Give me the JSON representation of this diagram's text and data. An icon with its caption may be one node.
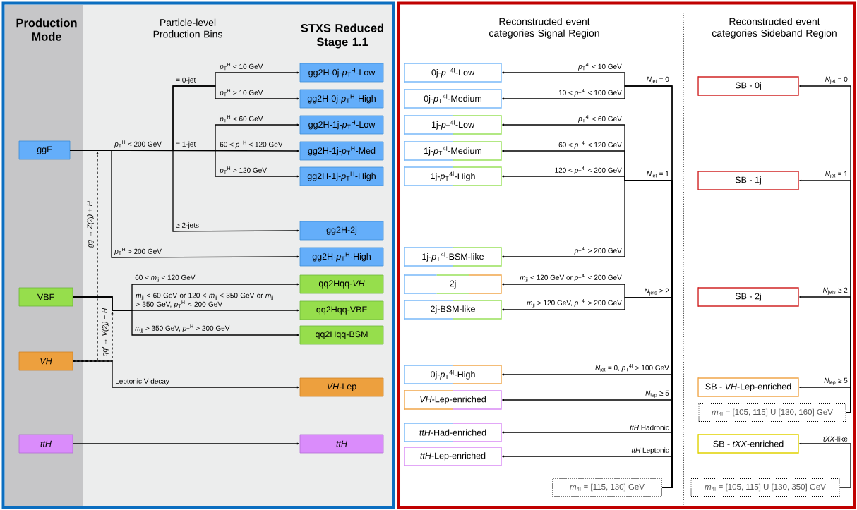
{
  "diagram": {
    "nodes": [
      {
        "text": [
          "Production Mode",
          "Particle-level Production Bins",
          "STXS Reduced Stage 1.1"
        ]
      },
      {
        "text": [
          "ggF"
        ],
        "in": 0
      },
      {
        "text": [
          "VBF"
        ],
        "in": 0
      },
      {
        "text": [
          "VH"
        ],
        "in": 0
      },
      {
        "text": [
          "ttH"
        ],
        "in": 0
      },
      {
        "text": [
          "gg2H-0j-*p*$_{T}$$^{H}$-Low"
        ],
        "in": 0
      },
      {
        "text": [
          "gg2H-0j-*p*$_{T}$$^{H}$-High"
        ],
        "in": 0
      },
      {
        "text": [
          "gg2H-1j-*p*$_{T}$$^{H}$-Low"
        ],
        "in": 0
      },
      {
        "text": [
          "gg2H-1j-*p*$_{T}$$^{H}$-Med"
        ],
        "in": 0
      },
      {
        "text": [
          "gg2H-1j-*p*$_{T}$$^{H}$-High"
        ],
        "in": 0
      },
      {
        "text": [
          "gg2H-2j"
        ],
        "in": 0
      },
      {
        "text": [
          "gg2H-*p*$_{T}$$^{H}$-High"
        ],
        "in": 0
      },
      {
        "text": [
          "qq2Hqq-*VH*"
        ],
        "in": 0
      },
      {
        "text": [
          "qq2Hqq-VBF"
        ],
        "in": 0
      },
      {
        "text": [
          "qq2Hqq-BSM"
        ],
        "in": 0
      },
      {
        "text": [
          "*VH*-Lep"
        ],
        "in": 0
      },
      {
        "text": [
          "ttH"
        ],
        "in": 0
      },
      {
        "text": [
          "Reconstructed event categories Signal Region",
          "Reconstructed event categories Sideband Region"
        ]
      },
      {
        "text": [
          "0j-*p*$_{T}$$^{4l}$-Low"
        ],
        "in": 17
      },
      {
        "text": [
          "0j-*p*$_{T}$$^{4l}$-Medium"
        ],
        "in": 17
      },
      {
        "text": [
          "1j-*p*$_{T}$$^{4l}$-Low"
        ],
        "in": 17
      },
      {
        "text": [
          "1j-*p*$_{T}$$^{4l}$-Medium"
        ],
        "in": 17
      },
      {
        "text": [
          "1j-*p*$_{T}$$^{4l}$-High"
        ],
        "in": 17
      },
      {
        "text": [
          "1j-*p*$_{T}$$^{4l}$-BSM-like"
        ],
        "in": 17
      },
      {
        "text": [
          "2j"
        ],
        "in": 17
      },
      {
        "text": [
          "2j-BSM-like"
        ],
        "in": 17
      },
      {
        "text": [
          "0j-*p*$_{T}$$^{4l}$-High"
        ],
        "in": 17
      },
      {
        "text": [
          "*VH*-Lep-enriched"
        ],
        "in": 17
      },
      {
        "text": [
          "*ttH*-Had-enriched"
        ],
        "in": 17
      },
      {
        "text": [
          "*ttH*-Lep-enriched"
        ],
        "in": 17
      },
      {
        "text": [
          "*m*$_{4l}$ = [115, 130] GeV"
        ],
        "in": 17
      },
      {
        "text": [
          "SB - 0j"
        ],
        "in": 17
      },
      {
        "text": [
          "SB - 1j"
        ],
        "in": 17
      },
      {
        "text": [
          "SB - 2j"
        ],
        "in": 17
      },
      {
        "text": [
          "SB - *VH*-Lep-enriched"
        ],
        "in": 17
      },
      {
        "text": [
          "*m*$_{4l}$ = [105, 115] U [130, 160] GeV"
        ],
        "in": 17
      },
      {
        "text": [
          "SB - *tXX*-enriched"
        ],
        "in": 17
      },
      {
        "text": [
          "*m*$_{4l}$ = [105, 115] U [130, 350] GeV"
        ],
        "in": 17
      }
    ],
    "edges": [
      {
        "from": 1,
        "to": 5,
        "arrow": "to",
        "label": "*p*$_{T}$$^{H}$ < 10 GeV"
      },
      {
        "from": 1,
        "to": 6,
        "arrow": "to",
        "label": "*p*$_{T}$$^{H}$ > 10 GeV"
      },
      {
        "from": 1,
        "to": 7,
        "arrow": "to",
        "label": "*p*$_{T}$$^{H}$ < 60 GeV"
      },
      {
        "from": 1,
        "to": 8,
        "arrow": "to",
        "label": "60 < *p*$_{T}$$^{H}$ < 120 GeV"
      },
      {
        "from": 1,
        "to": 9,
        "arrow": "to",
        "label": "*p*$_{T}$$^{H}$ > 120 GeV"
      },
      {
        "from": 1,
        "to": 10,
        "arrow": "to",
        "label": "≥ 2-jets"
      },
      {
        "from": 1,
        "to": 11,
        "arrow": "to",
        "label": "*p*$_{T}$$^{H}$ > 200 GeV"
      },
      {
        "from": 2,
        "to": 12,
        "arrow": "to",
        "label": "60 < *m*$_{jj}$ < 120 GeV"
      },
      {
        "from": 2,
        "to": 13,
        "arrow": "to",
        "label": "*m*$_{jj}$ < 60 GeV or 120 < *m*$_{jj}$ < 350 GeV or *m*$_{jj}$ > 350 GeV, *p*$_{T}$$^{H}$ < 200 GeV"
      },
      {
        "from": 2,
        "to": 14,
        "arrow": "to",
        "label": "*m*$_{jj}$ > 350 GeV, *p*$_{T}$$^{H}$ > 200 GeV"
      },
      {
        "from": 3,
        "to": null,
        "arrow": "to",
        "style": "dashed",
        "label": "gg → Z(2j) + H"
      },
      {
        "from": 3,
        "to": null,
        "arrow": "to",
        "style": "dashed",
        "label": "qq' → V(2j) + H"
      },
      {
        "from": 3,
        "to": 15,
        "arrow": "to",
        "label": "Leptonic V decay"
      },
      {
        "from": 4,
        "to": 16,
        "arrow": "to"
      },
      {
        "from": 30,
        "to": 18,
        "arrow": "to",
        "label": "*p*$_{T}$$^{4l}$ < 10 GeV"
      },
      {
        "from": 30,
        "to": 19,
        "arrow": "to",
        "label": "10 < *p*$_{T}$$^{4l}$ < 100 GeV"
      },
      {
        "from": 30,
        "to": 20,
        "arrow": "to",
        "label": "*p*$_{T}$$^{4l}$ < 60 GeV"
      },
      {
        "from": 30,
        "to": 21,
        "arrow": "to",
        "label": "60 < *p*$_{T}$$^{4l}$ < 120 GeV"
      },
      {
        "from": 30,
        "to": 22,
        "arrow": "to",
        "label": "120 < *p*$_{T}$$^{4l}$ < 200 GeV"
      },
      {
        "from": 30,
        "to": 23,
        "arrow": "to",
        "label": "*p*$_{T}$$^{4l}$ > 200 GeV"
      },
      {
        "from": 30,
        "to": 24,
        "arrow": "to",
        "label": "*m*$_{jj}$ < 120 GeV or *p*$_{T}$$^{4l}$ < 200 GeV"
      },
      {
        "from": 30,
        "to": 25,
        "arrow": "to",
        "label": "*m*$_{jj}$ > 120 GeV, *p*$_{T}$$^{4l}$ > 200 GeV"
      },
      {
        "from": 30,
        "to": 26,
        "arrow": "to",
        "label": "*N*$_{jet}$ = 0, *p*$_{T}$$^{4l}$ > 100 GeV"
      },
      {
        "from": 30,
        "to": 27,
        "arrow": "to",
        "label": "*N*$_{lep}$ ≥ 5"
      },
      {
        "from": 30,
        "to": 28,
        "arrow": "to",
        "label": "*ttH* Hadronic"
      },
      {
        "from": 30,
        "to": 29,
        "arrow": "to",
        "label": "*ttH* Leptonic"
      },
      {
        "from": 35,
        "to": 31,
        "arrow": "to",
        "label": "*N*$_{jet}$ = 0"
      },
      {
        "from": 35,
        "to": 32,
        "arrow": "to",
        "label": "*N*$_{jet}$ = 1"
      },
      {
        "from": 35,
        "to": 33,
        "arrow": "to",
        "label": "*N*$_{jets}$ ≥ 2"
      },
      {
        "from": 35,
        "to": 34,
        "arrow": "to",
        "label": "*N*$_{lep}$ ≥ 5"
      },
      {
        "from": 37,
        "to": 36,
        "arrow": "to",
        "label": "*tXX*-like"
      }
    ],
    "labels": [
      "= 0-jet",
      "*p*$_{T}$$^{H}$ < 200 GeV",
      "= 1-jet",
      "*N*$_{jet}$ = 0",
      "*N*$_{jet}$ = 1",
      "*N*$_{jets}$ ≥ 2"
    ]
  }
}
